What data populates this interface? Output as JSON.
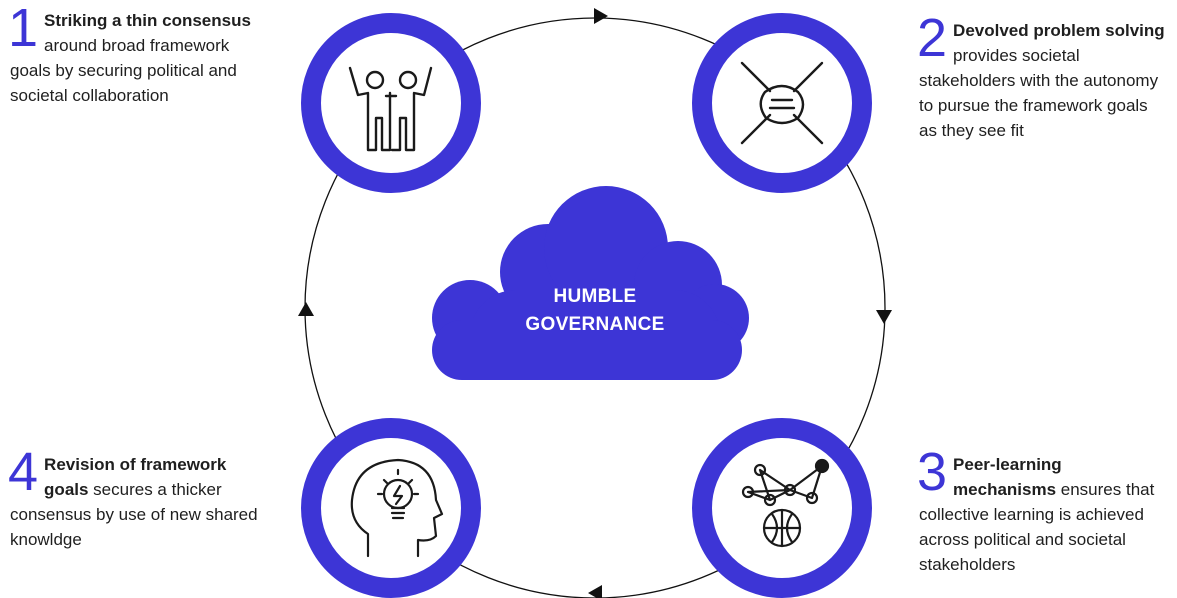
{
  "center": {
    "line1": "HUMBLE",
    "line2": "GOVERNANCE"
  },
  "colors": {
    "accent": "#3d35d6",
    "icon_stroke": "#1a1a1a",
    "cycle_line": "#111111"
  },
  "steps": [
    {
      "number": "1",
      "bold": "Striking a thin consensus",
      "text": " around broad framework goals by securing political and societal collaboration",
      "icon": "people-celebrating-icon"
    },
    {
      "number": "2",
      "bold": "Devolved problem solving",
      "text": " provides societal stakeholders with the autonomy to pursue the framework goals as they see fit",
      "icon": "hands-together-icon"
    },
    {
      "number": "3",
      "bold": "Peer-learning mechanisms",
      "text": " ensures that collective learning is achieved across political and societal stakeholders",
      "icon": "network-globe-icon"
    },
    {
      "number": "4",
      "bold": "Revision of framework goals",
      "text": " secures a thicker consensus by use of new shared knowldge",
      "icon": "head-lightbulb-icon"
    }
  ]
}
